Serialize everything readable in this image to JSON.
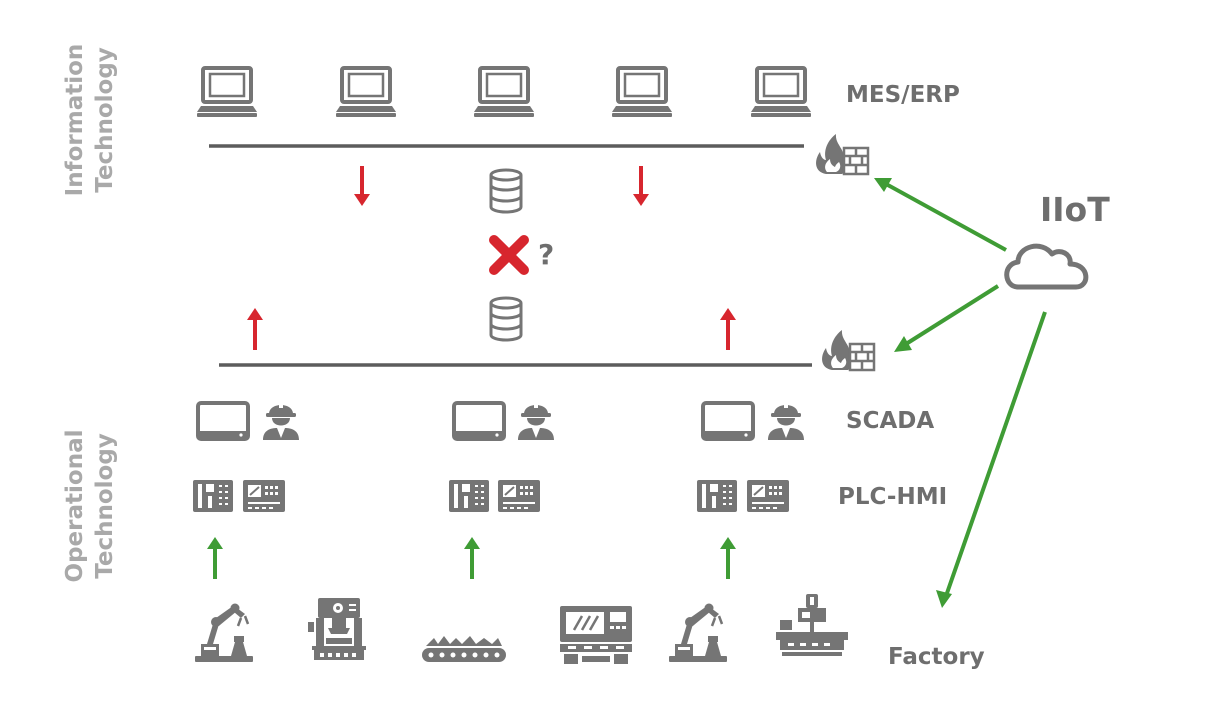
{
  "side_labels": {
    "information_line1": "Information",
    "information_line2": "Technology",
    "operational_line1": "Operational",
    "operational_line2": "Technology"
  },
  "layers": {
    "mes_erp": "MES/ERP",
    "scada": "SCADA",
    "plc_hmi": "PLC-HMI",
    "factory": "Factory"
  },
  "iiot": "IIoT",
  "unknown_mark": "?",
  "colors": {
    "icon_gray": "#757575",
    "line_gray": "#5c5c5c",
    "red_arrow": "#d7262e",
    "green_arrow": "#3f9c35",
    "side_label": "#a9a9a9"
  },
  "icons": {
    "it_workstations": "laptop-icon",
    "database": "database-icon",
    "firewall": "firewall-icon",
    "cloud": "cloud-icon",
    "blocked": "cross-icon",
    "scada_screen": "tablet-icon",
    "operator": "worker-icon",
    "plc": "plc-icon",
    "hmi": "hmi-panel-icon",
    "machines": [
      "robot-arm-icon",
      "press-machine-icon",
      "conveyor-icon",
      "cnc-machine-icon",
      "robot-arm-icon",
      "machining-center-icon"
    ]
  }
}
